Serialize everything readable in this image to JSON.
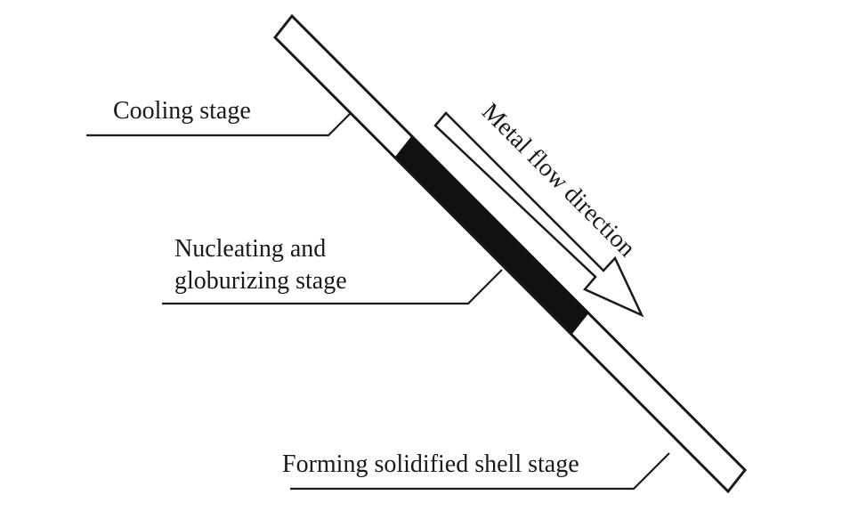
{
  "labels": {
    "cooling": "Cooling stage",
    "nucleating_line1": "Nucleating and",
    "nucleating_line2": "globurizing stage",
    "forming": "Forming solidified shell stage",
    "flow": "Metal flow direction"
  },
  "colors": {
    "ink": "#1a1a1a",
    "plate_fill": "#ffffff",
    "nucleation_fill": "#111111",
    "arrow_fill": "#ffffff",
    "background": "#ffffff"
  }
}
